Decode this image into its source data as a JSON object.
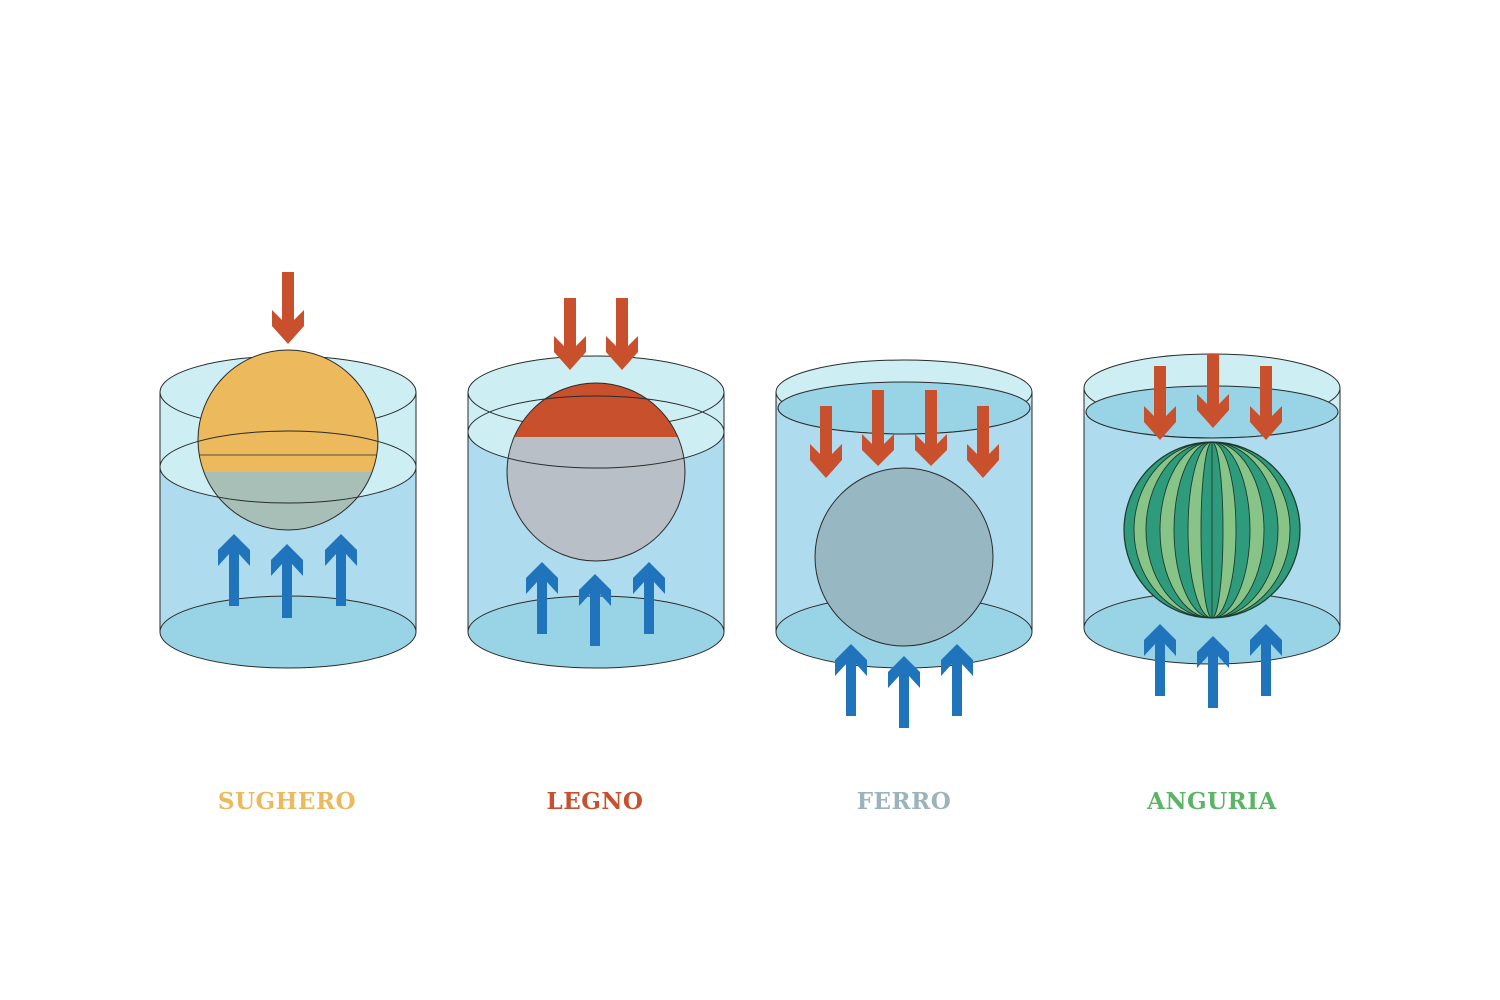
{
  "colors": {
    "water": "#aedcee",
    "water_surface": "#98d3e6",
    "glass_top": "#cdeef2",
    "outline": "#2a2a2a",
    "force_down": "#c9502d",
    "force_up": "#1f74bb"
  },
  "containers": [
    {
      "id": "sughero",
      "label": "SUGHERO",
      "label_color": "#ecb95c",
      "object_color": "#ecb95c",
      "submerged_color": "#a8bfb8",
      "down_arrows": 1,
      "up_arrows": 3,
      "state": "floats high"
    },
    {
      "id": "legno",
      "label": "LEGNO",
      "label_color": "#c9502d",
      "object_color": "#c9502d",
      "submerged_color": "#b9bfc7",
      "down_arrows": 2,
      "up_arrows": 3,
      "state": "floats low"
    },
    {
      "id": "ferro",
      "label": "FERRO",
      "label_color": "#9ab3bd",
      "object_color": "#97b7c3",
      "submerged_color": "#97b7c3",
      "down_arrows": 4,
      "up_arrows": 3,
      "state": "sinks"
    },
    {
      "id": "anguria",
      "label": "ANGURIA",
      "label_color": "#5cb466",
      "object_color": "#88c487",
      "stripe_color": "#2e9c7c",
      "down_arrows": 3,
      "up_arrows": 3,
      "state": "suspended"
    }
  ]
}
